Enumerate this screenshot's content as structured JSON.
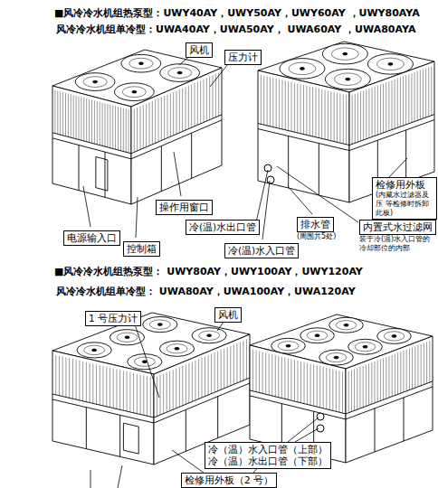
{
  "diagram": {
    "nodes": [
      {
        "text": [
          "风机"
        ]
      },
      {
        "text": [
          "压力计"
        ]
      },
      {
        "text": [
          "操作用窗口"
        ]
      },
      {
        "text": [
          "检修用外板",
          "(内藏水过滤器及压 等检修时拆卸此板)"
        ]
      },
      {
        "text": [
          "电源输入口"
        ]
      },
      {
        "text": [
          "控制箱"
        ]
      },
      {
        "text": [
          "冷(温)水出口管"
        ]
      },
      {
        "text": [
          "排水管",
          "(周围共5处)"
        ]
      },
      {
        "text": [
          "内置式水过滤网",
          "装于冷(温)水入口管的 冷却部位的内部"
        ]
      },
      {
        "text": [
          "冷(温)水入口管"
        ]
      },
      {
        "text": [
          "1 号压力计"
        ]
      },
      {
        "text": [
          "风机"
        ]
      },
      {
        "text": [
          "冷（温）水入口管（上部）",
          "冷（温）水出口管（下部）"
        ]
      },
      {
        "text": [
          "检修用外板（2 号）"
        ]
      }
    ],
    "labels": [
      "■风冷冷水机组热泵型：UWY40AY，UWY50AY，UWY60AY ，UWY80AYA",
      "风冷冷水机组单冷型：UWA40AY，UWA50AY， UWA60AY ，UWA80AYA",
      "■风冷冷水机组热泵型：  UWY80AY，UWY100AY，UWY120AY",
      "风冷冷水机组单冷型：  UWA80AY，UWA100AY，UWA120AY"
    ]
  }
}
